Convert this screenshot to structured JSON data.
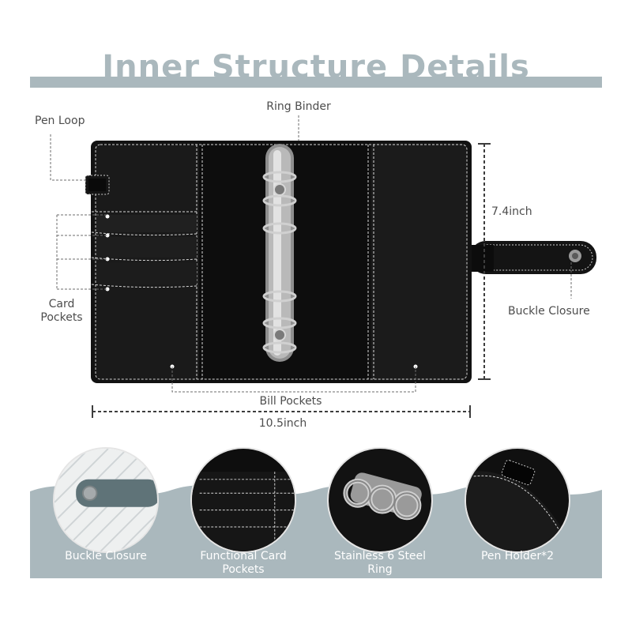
{
  "title": "Inner Structure Details",
  "labels": {
    "pen_loop": "Pen Loop",
    "ring_binder": "Ring Binder",
    "height": "7.4inch",
    "card_pockets_line1": "Card",
    "card_pockets_line2": "Pockets",
    "buckle_closure": "Buckle Closure",
    "bill_pockets": "Bill Pockets",
    "width": "10.5inch"
  },
  "features": [
    {
      "line1": "Buckle Closure",
      "line2": ""
    },
    {
      "line1": "Functional Card",
      "line2": "Pockets"
    },
    {
      "line1": "Stainless 6 Steel",
      "line2": "Ring"
    },
    {
      "line1": "Pen Holder*2",
      "line2": ""
    }
  ],
  "colors": {
    "accent": "#aab8bd",
    "leather": "#121212",
    "stitch": "#d8d8d8",
    "text": "#4d4d4d"
  }
}
